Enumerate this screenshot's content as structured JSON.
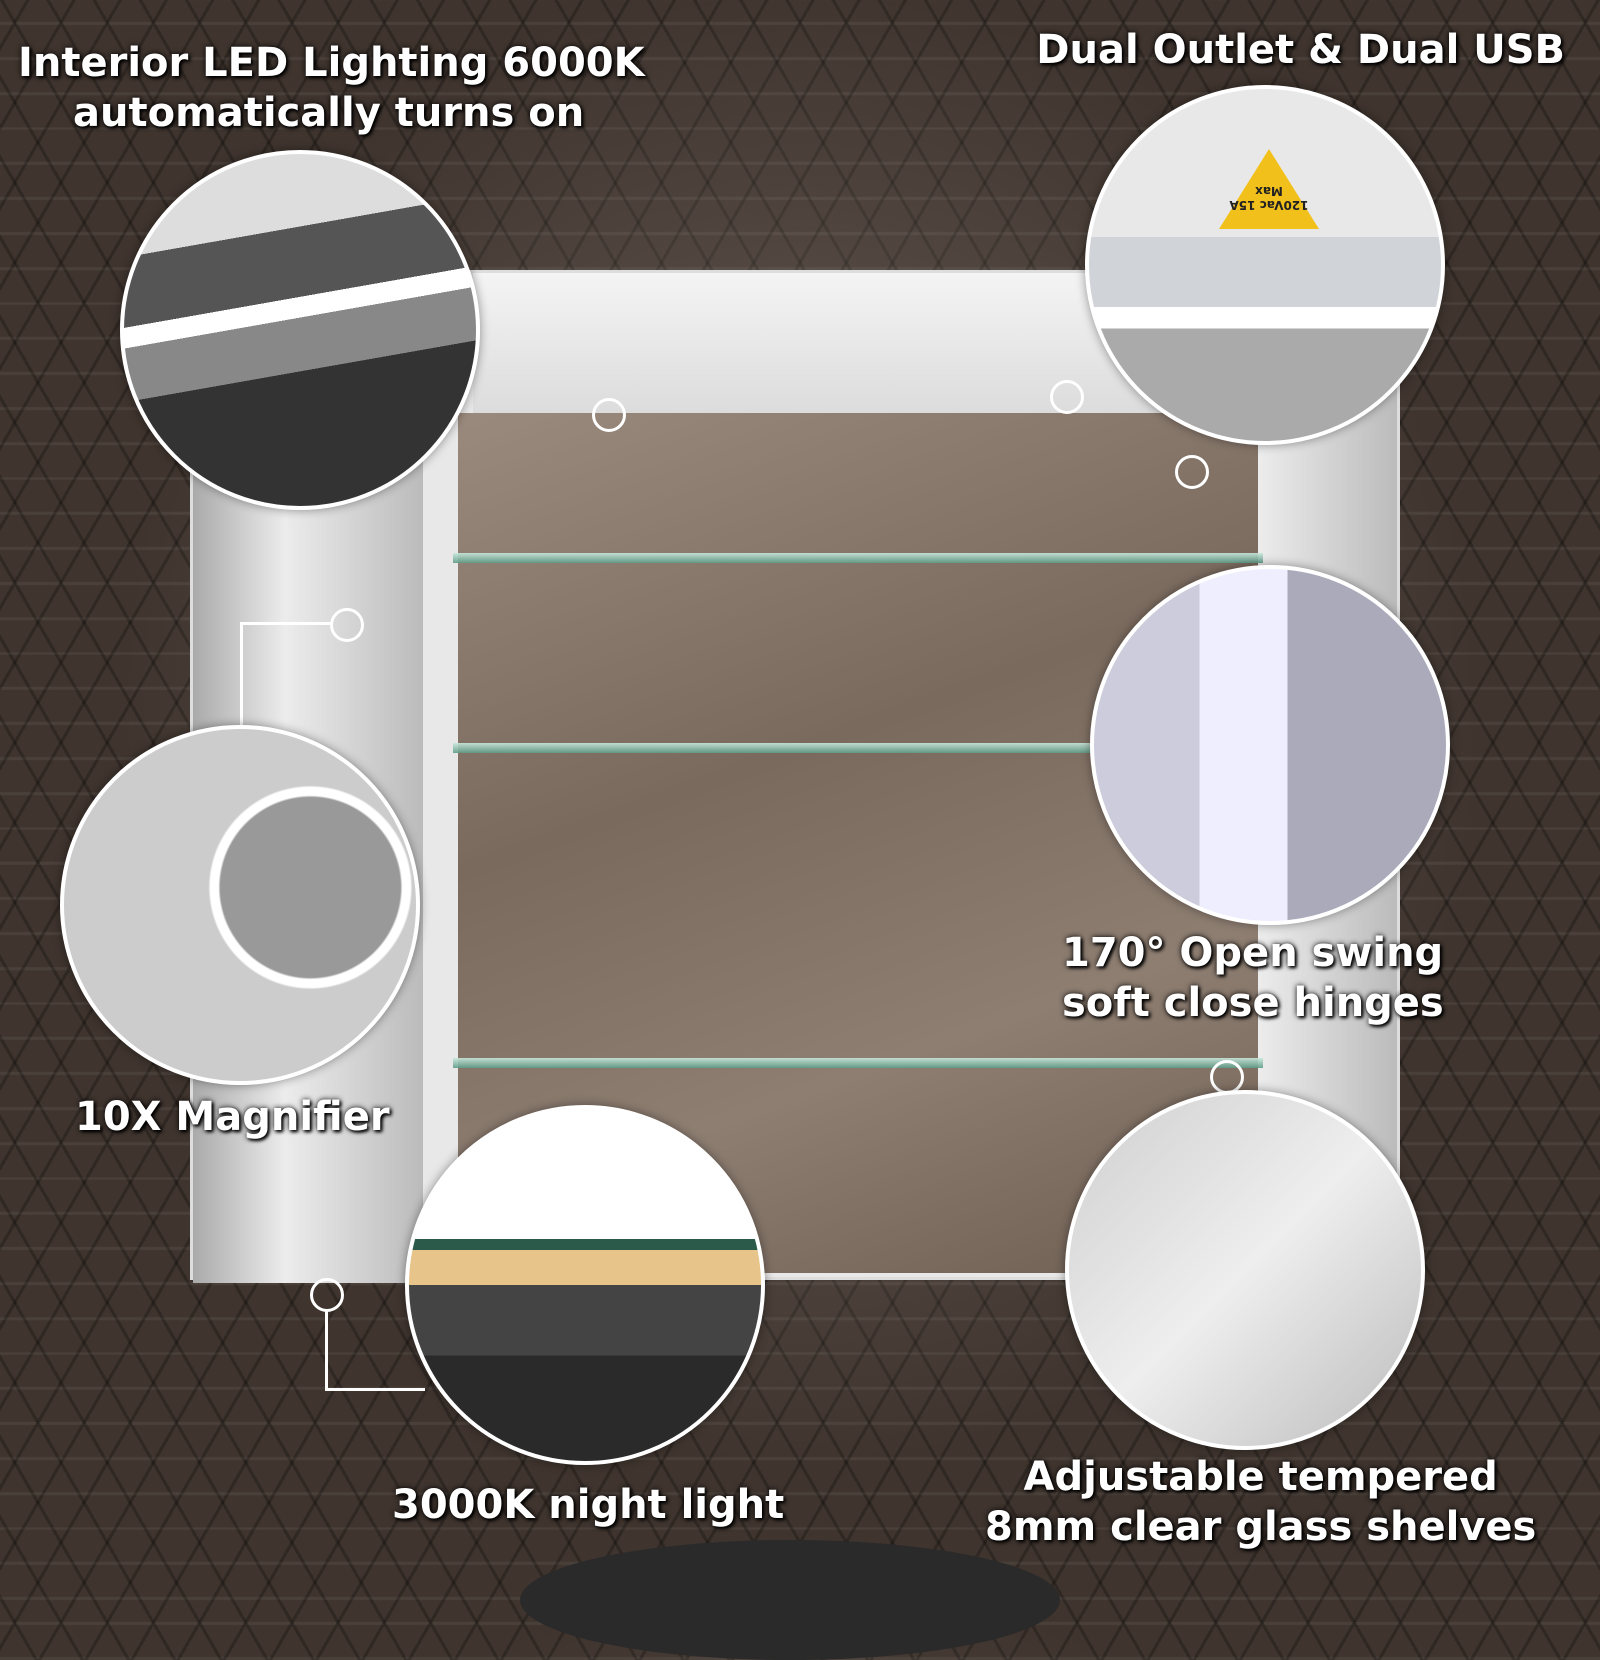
{
  "features": {
    "led_lighting": {
      "line1": "Interior LED Lighting 6000K",
      "line2": "automatically turns on"
    },
    "outlet": {
      "title": "Dual Outlet & Dual USB",
      "warning_label": "120Vac 15A Max"
    },
    "magnifier": {
      "title": "10X Magnifier"
    },
    "hinges": {
      "line1": "170° Open swing",
      "line2": "soft close hinges"
    },
    "night_light": {
      "title": "3000K night light"
    },
    "shelves": {
      "line1": "Adjustable tempered",
      "line2": "8mm clear glass shelves"
    }
  }
}
